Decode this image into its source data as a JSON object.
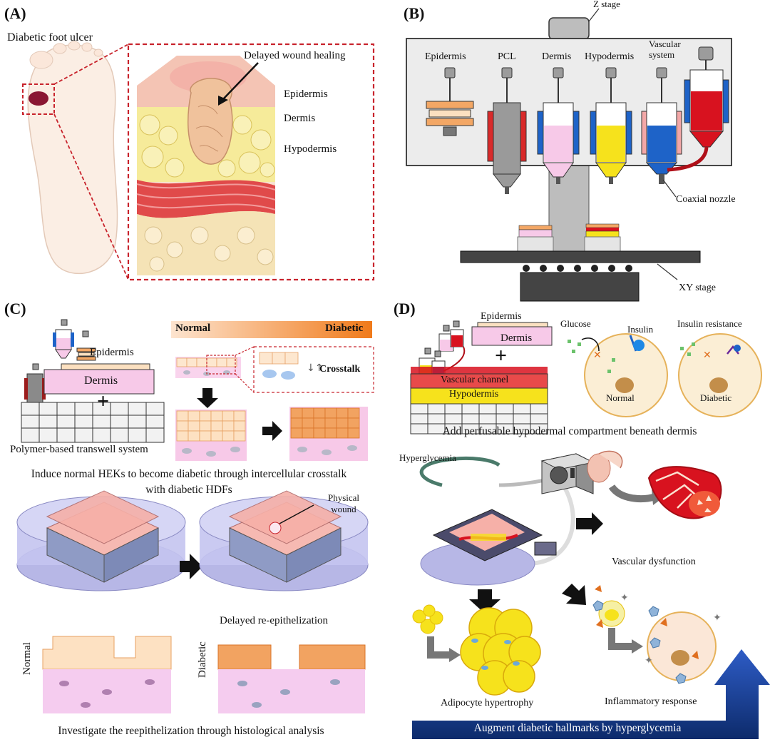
{
  "panels": {
    "a": {
      "label": "(A)",
      "title": "Diabetic foot ulcer",
      "callout": "Delayed wound healing",
      "layers": [
        "Epidermis",
        "Dermis",
        "Hypodermis"
      ]
    },
    "b": {
      "label": "(B)",
      "z_stage": "Z stage",
      "cartridges": [
        "Epidermis",
        "PCL",
        "Dermis",
        "Hypodermis",
        "Vascular system"
      ],
      "coaxial": "Coaxial nozzle",
      "xy_stage": "XY stage"
    },
    "c": {
      "label": "(C)",
      "epidermis": "Epidermis",
      "dermis": "Dermis",
      "plus": "+",
      "transwell": "Polymer-based transwell system",
      "normal": "Normal",
      "diabetic": "Diabetic",
      "crosstalk": "Crosstalk",
      "induce_caption": "Induce normal HEKs to become diabetic through intercellular crosstalk with diabetic HDFs",
      "physical_wound": "Physical wound",
      "delayed": "Delayed re-epithelization",
      "hist_normal": "Normal",
      "hist_diabetic": "Diabetic",
      "investigate_caption": "Investigate the reepithelization  through histological analysis"
    },
    "d": {
      "label": "(D)",
      "epidermis": "Epidermis",
      "dermis": "Dermis",
      "plus": "+",
      "vascular_channel": "Vascular channel",
      "hypodermis": "Hypodermis",
      "glucose": "Glucose",
      "insulin": "Insulin",
      "insulin_resistance": "Insulin resistance",
      "cell_normal": "Normal",
      "cell_diabetic": "Diabetic",
      "add_caption": "Add perfusable hypodermal compartment beneath dermis",
      "hyperglycemia": "Hyperglycemia",
      "vascular_dysfunction": "Vascular dysfunction",
      "adipocyte": "Adipocyte hypertrophy",
      "inflammatory": "Inflammatory response",
      "augment": "Augment diabetic hallmarks by hyperglycemia"
    }
  },
  "colors": {
    "red_dash": "#c8232c",
    "pink": "#f7c9e8",
    "yellow": "#f6e21c",
    "blue": "#1e63c8",
    "navy": "#0d2b6b",
    "gray": "#c8c8c8",
    "skin_orange": "#f3a765"
  }
}
